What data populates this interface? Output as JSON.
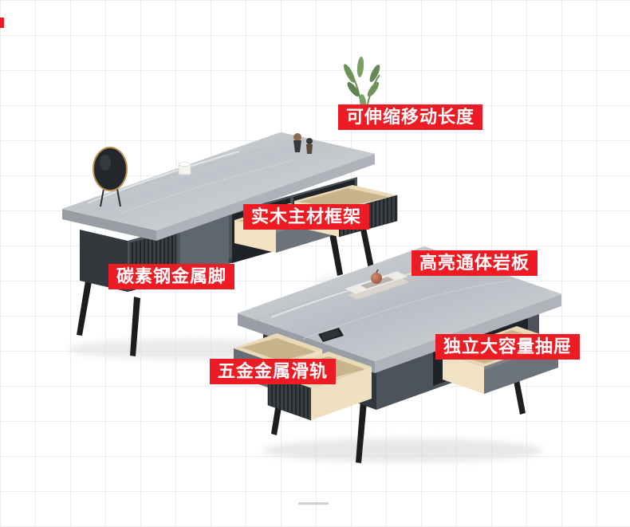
{
  "callouts": [
    {
      "id": "extendable-length",
      "text": "可伸缩移动长度"
    },
    {
      "id": "solid-wood-frame",
      "text": "实木主材框架"
    },
    {
      "id": "rock-slab-top",
      "text": "高亮通体岩板"
    },
    {
      "id": "carbon-steel-legs",
      "text": "碳素钢金属脚"
    },
    {
      "id": "large-capacity-drawer",
      "text": "独立大容量抽屉"
    },
    {
      "id": "metal-slide-rails",
      "text": "五金金属滑轨"
    }
  ],
  "colors": {
    "badge_bg": "#ed1c24",
    "badge_text": "#ffffff",
    "grid_line": "#ececec",
    "slab_gray": "#c5cbd0",
    "cabinet_gray": "#4d535a",
    "drawer_wood": "#ead9b6",
    "leg_black": "#1b1d20"
  }
}
